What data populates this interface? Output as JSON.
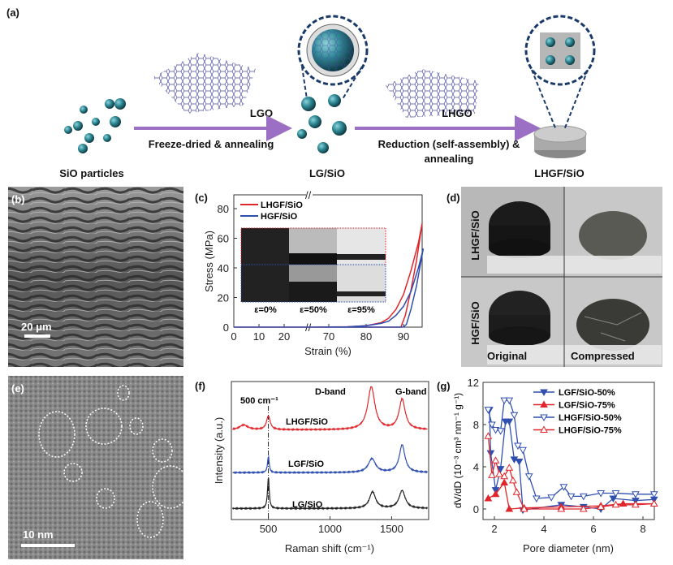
{
  "panel_a": {
    "label": "(a)",
    "sio_particles": "SiO particles",
    "lgo": "LGO",
    "step1": "Freeze-dried & annealing",
    "lg_sio": "LG/SiO",
    "lhgo": "LHGO",
    "step2_line1": "Reduction (self-assembly) &",
    "step2_line2": "annealing",
    "lhgf_sio": "LHGF/SiO",
    "colors": {
      "particle": "#2f8a96",
      "arrow": "#9b6fc4",
      "sheet": "#4a4aa0"
    }
  },
  "panel_b": {
    "label": "(b)",
    "scale": "20 μm"
  },
  "panel_d": {
    "label": "(d)",
    "row1": "LHGF/SiO",
    "row2": "HGF/SiO",
    "col1": "Original",
    "col2": "Compressed"
  },
  "panel_e": {
    "label": "(e)",
    "scale": "10 nm"
  },
  "chart_data": [
    {
      "panel": "(c)",
      "type": "line",
      "xlabel": "Strain (%)",
      "ylabel": "Stress (MPa)",
      "xticks": [
        "0",
        "10",
        "20",
        "70",
        "80",
        "90"
      ],
      "yticks": [
        "0",
        "20",
        "40",
        "60",
        "80"
      ],
      "axis_break": [
        30,
        65
      ],
      "inset_labels": [
        "ε=0%",
        "ε=50%",
        "ε=95%"
      ],
      "series": [
        {
          "name": "LHGF/SiO",
          "color": "#e0262b",
          "points": [
            [
              0,
              0
            ],
            [
              25,
              0
            ],
            [
              65,
              0
            ],
            [
              75,
              0.3
            ],
            [
              80,
              1
            ],
            [
              84,
              3
            ],
            [
              86,
              6
            ],
            [
              88,
              12
            ],
            [
              90,
              22
            ],
            [
              92,
              38
            ],
            [
              94,
              57
            ],
            [
              95,
              70
            ],
            [
              93.5,
              45
            ],
            [
              92,
              25
            ],
            [
              90.5,
              8
            ],
            [
              89.3,
              0
            ],
            [
              65,
              0
            ]
          ]
        },
        {
          "name": "HGF/SiO",
          "color": "#2f4fb0",
          "points": [
            [
              0,
              0
            ],
            [
              25,
              0
            ],
            [
              65,
              0
            ],
            [
              75,
              0.2
            ],
            [
              80,
              1
            ],
            [
              84,
              2.5
            ],
            [
              86,
              4
            ],
            [
              88,
              8
            ],
            [
              90,
              14
            ],
            [
              92,
              24
            ],
            [
              94,
              40
            ],
            [
              95.3,
              53
            ],
            [
              93.5,
              28
            ],
            [
              92,
              12
            ],
            [
              90.8,
              2
            ],
            [
              90,
              0
            ],
            [
              65,
              0
            ]
          ]
        }
      ]
    },
    {
      "panel": "(f)",
      "type": "line",
      "xlabel": "Raman shift (cm⁻¹)",
      "ylabel": "Intensity (a.u.)",
      "xlim": [
        200,
        1800
      ],
      "xticks": [
        "500",
        "1000",
        "1500"
      ],
      "annotations": {
        "peak500": "500 cm⁻¹",
        "dband": "D-band",
        "gband": "G-band"
      },
      "series": [
        {
          "name": "LHGF/SiO",
          "color": "#e0262b",
          "offset": 6.5,
          "peaks": [
            [
              300,
              0.35,
              40
            ],
            [
              500,
              1.0,
              18
            ],
            [
              1335,
              3.1,
              35
            ],
            [
              1585,
              2.2,
              30
            ]
          ]
        },
        {
          "name": "LGF/SiO",
          "color": "#2f4fb0",
          "offset": 3.4,
          "peaks": [
            [
              500,
              1.2,
              8
            ],
            [
              1340,
              1.0,
              35
            ],
            [
              1585,
              2.0,
              28
            ]
          ]
        },
        {
          "name": "LG/SiO",
          "color": "#222222",
          "offset": 0.8,
          "peaks": [
            [
              500,
              2.3,
              8
            ],
            [
              1345,
              1.2,
              30
            ],
            [
              1585,
              1.3,
              30
            ]
          ]
        }
      ]
    },
    {
      "panel": "(g)",
      "type": "line",
      "xlabel": "Pore diameter (nm)",
      "ylabel": "dV/dD (10⁻³ cm³ nm⁻¹ g⁻¹)",
      "xlim": [
        1.55,
        8.45
      ],
      "ylim": [
        -1,
        12
      ],
      "xticks": [
        "2",
        "4",
        "6",
        "8"
      ],
      "yticks": [
        "0",
        "4",
        "8",
        "12"
      ],
      "legend_position": "top-right",
      "series": [
        {
          "name": "LGF/SiO-50%",
          "color": "#2f4fb0",
          "marker": "down-filled",
          "points": [
            [
              1.8,
              9.4
            ],
            [
              1.85,
              5.3
            ],
            [
              2.05,
              1.8
            ],
            [
              2.25,
              3.8
            ],
            [
              2.45,
              8.3
            ],
            [
              2.6,
              8.3
            ],
            [
              2.8,
              4.7
            ],
            [
              3.0,
              4.5
            ],
            [
              3.15,
              -0.1
            ],
            [
              4.7,
              0.4
            ],
            [
              5.6,
              0.2
            ],
            [
              6.3,
              0.0
            ],
            [
              6.8,
              1.0
            ],
            [
              7.7,
              0.8
            ],
            [
              8.45,
              0.9
            ]
          ]
        },
        {
          "name": "LGF/SiO-75%",
          "color": "#e0262b",
          "marker": "up-filled",
          "points": [
            [
              1.75,
              1.0
            ],
            [
              2.05,
              1.4
            ],
            [
              2.4,
              2.5
            ],
            [
              2.6,
              0.0
            ],
            [
              3.2,
              0.1
            ],
            [
              4.7,
              0.2
            ],
            [
              6.3,
              0.3
            ],
            [
              7.2,
              0.5
            ],
            [
              8.45,
              0.5
            ]
          ]
        },
        {
          "name": "LHGF/SiO-50%",
          "color": "#2f4fb0",
          "marker": "down-open",
          "points": [
            [
              1.75,
              9.4
            ],
            [
              1.9,
              8.0
            ],
            [
              2.05,
              7.5
            ],
            [
              2.25,
              7.4
            ],
            [
              2.4,
              10.3
            ],
            [
              2.6,
              10.3
            ],
            [
              2.8,
              8.9
            ],
            [
              2.95,
              6.0
            ],
            [
              3.15,
              5.6
            ],
            [
              3.4,
              3.1
            ],
            [
              3.7,
              1.0
            ],
            [
              4.3,
              1.1
            ],
            [
              4.8,
              2.1
            ],
            [
              5.1,
              1.2
            ],
            [
              5.6,
              1.2
            ],
            [
              6.3,
              1.5
            ],
            [
              6.9,
              1.5
            ],
            [
              7.7,
              1.4
            ],
            [
              8.45,
              1.4
            ]
          ]
        },
        {
          "name": "LHGF/SiO-75%",
          "color": "#e0262b",
          "marker": "up-open",
          "points": [
            [
              1.75,
              6.9
            ],
            [
              1.9,
              3.2
            ],
            [
              2.05,
              4.6
            ],
            [
              2.2,
              3.3
            ],
            [
              2.4,
              3.1
            ],
            [
              2.6,
              3.9
            ],
            [
              2.75,
              2.7
            ],
            [
              2.9,
              1.6
            ],
            [
              3.2,
              0.0
            ],
            [
              4.7,
              0.0
            ],
            [
              5.6,
              0.0
            ],
            [
              6.3,
              0.2
            ],
            [
              6.9,
              0.4
            ],
            [
              7.7,
              0.4
            ],
            [
              8.45,
              0.5
            ]
          ]
        }
      ]
    }
  ]
}
